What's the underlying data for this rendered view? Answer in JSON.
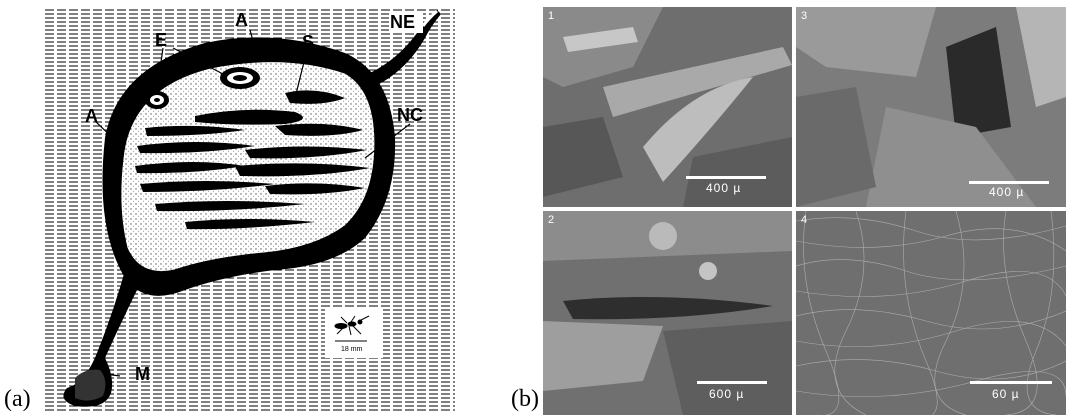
{
  "panel_a": {
    "label": "(a)",
    "letters": {
      "ne": "NE",
      "a_top": "A",
      "e": "E",
      "s": "S",
      "a_left": "A",
      "nc": "NC",
      "m": "M"
    },
    "scale": "18 mm"
  },
  "panel_b": {
    "label": "(b)",
    "micrographs": [
      {
        "number": "1",
        "scale": "400 µ"
      },
      {
        "number": "3",
        "scale": "400 µ"
      },
      {
        "number": "2",
        "scale": "600 µ"
      },
      {
        "number": "4",
        "scale": "60 µ"
      }
    ]
  }
}
